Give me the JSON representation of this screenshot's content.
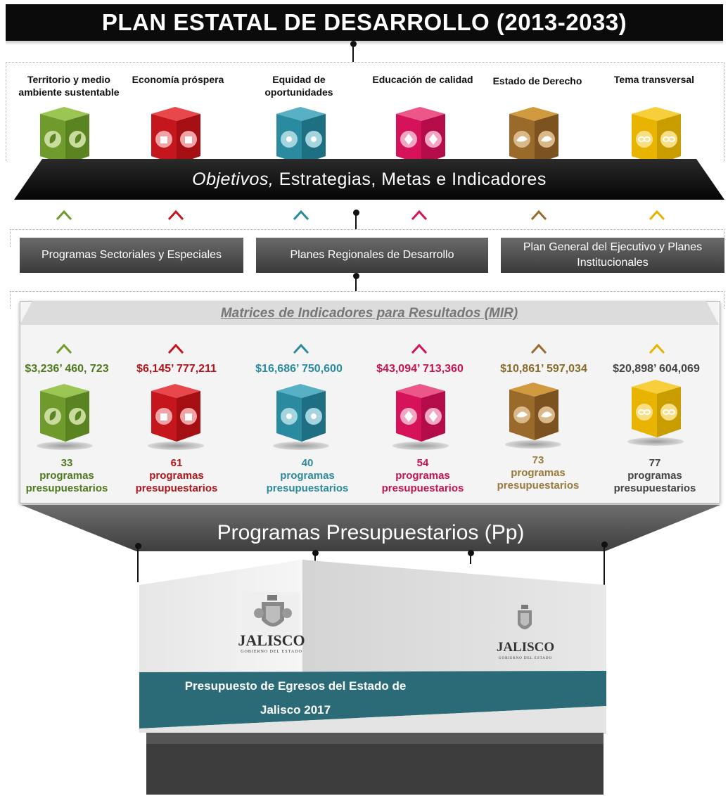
{
  "header": {
    "title": "PLAN ESTATAL DE DESARROLLO (2013-2033)"
  },
  "pillars": [
    {
      "label": "Territorio y medio ambiente sustentable",
      "color": "#6f9a2c",
      "icon": "leaf-icon",
      "amount": "$3,236’ 460, 723",
      "count": "33",
      "programs_label": "programas presupuestarios"
    },
    {
      "label": "Economía próspera",
      "color": "#c4161c",
      "icon": "factory-icon",
      "amount": "$6,145’ 777,211",
      "count": "61",
      "programs_label": "programas presupuestarios"
    },
    {
      "label": "Equidad de oportunidades",
      "color": "#2a8aa0",
      "icon": "people-network-icon",
      "amount": "$16,686’ 750,600",
      "count": "40",
      "programs_label": "programas presupuestarios"
    },
    {
      "label": "Educación de calidad",
      "color": "#d6135a",
      "icon": "kite-icon",
      "amount": "$43,094’ 713,360",
      "count": "54",
      "programs_label": "programas presupuestarios"
    },
    {
      "label": "Estado de Derecho",
      "color": "#9a6a2a",
      "icon": "dove-icon",
      "amount": "$10,861’ 597,034",
      "count": "73",
      "programs_label": "programas presupuestarios"
    },
    {
      "label": "Tema transversal",
      "color": "#e8b400",
      "icon": "infinity-icon",
      "amount": "$20,898’ 604,069",
      "count": "77",
      "programs_label": "programas presupuestarios"
    }
  ],
  "objectives_band": {
    "part1": "Objetivos,",
    "part2": " Estrategias, Metas e Indicadores"
  },
  "plans": [
    {
      "label": "Programas Sectoriales y Especiales"
    },
    {
      "label": "Planes Regionales de Desarrollo"
    },
    {
      "label": "Plan General del Ejecutivo  y Planes Institucionales"
    }
  ],
  "mir": {
    "title": "Matrices de Indicadores para Resultados (MIR)"
  },
  "pp": {
    "label": "Programas Presupuestarios (Pp)"
  },
  "budget": {
    "logo_text": "JALISCO",
    "logo_sub": "GOBIERNO DEL ESTADO",
    "line1": "Presupuesto de Egresos del Estado de",
    "line2": "Jalisco 2017"
  },
  "colors": {
    "band": "#111111",
    "teal_stripe": "#2b6b78",
    "grey_button": "#4a4a4a"
  }
}
